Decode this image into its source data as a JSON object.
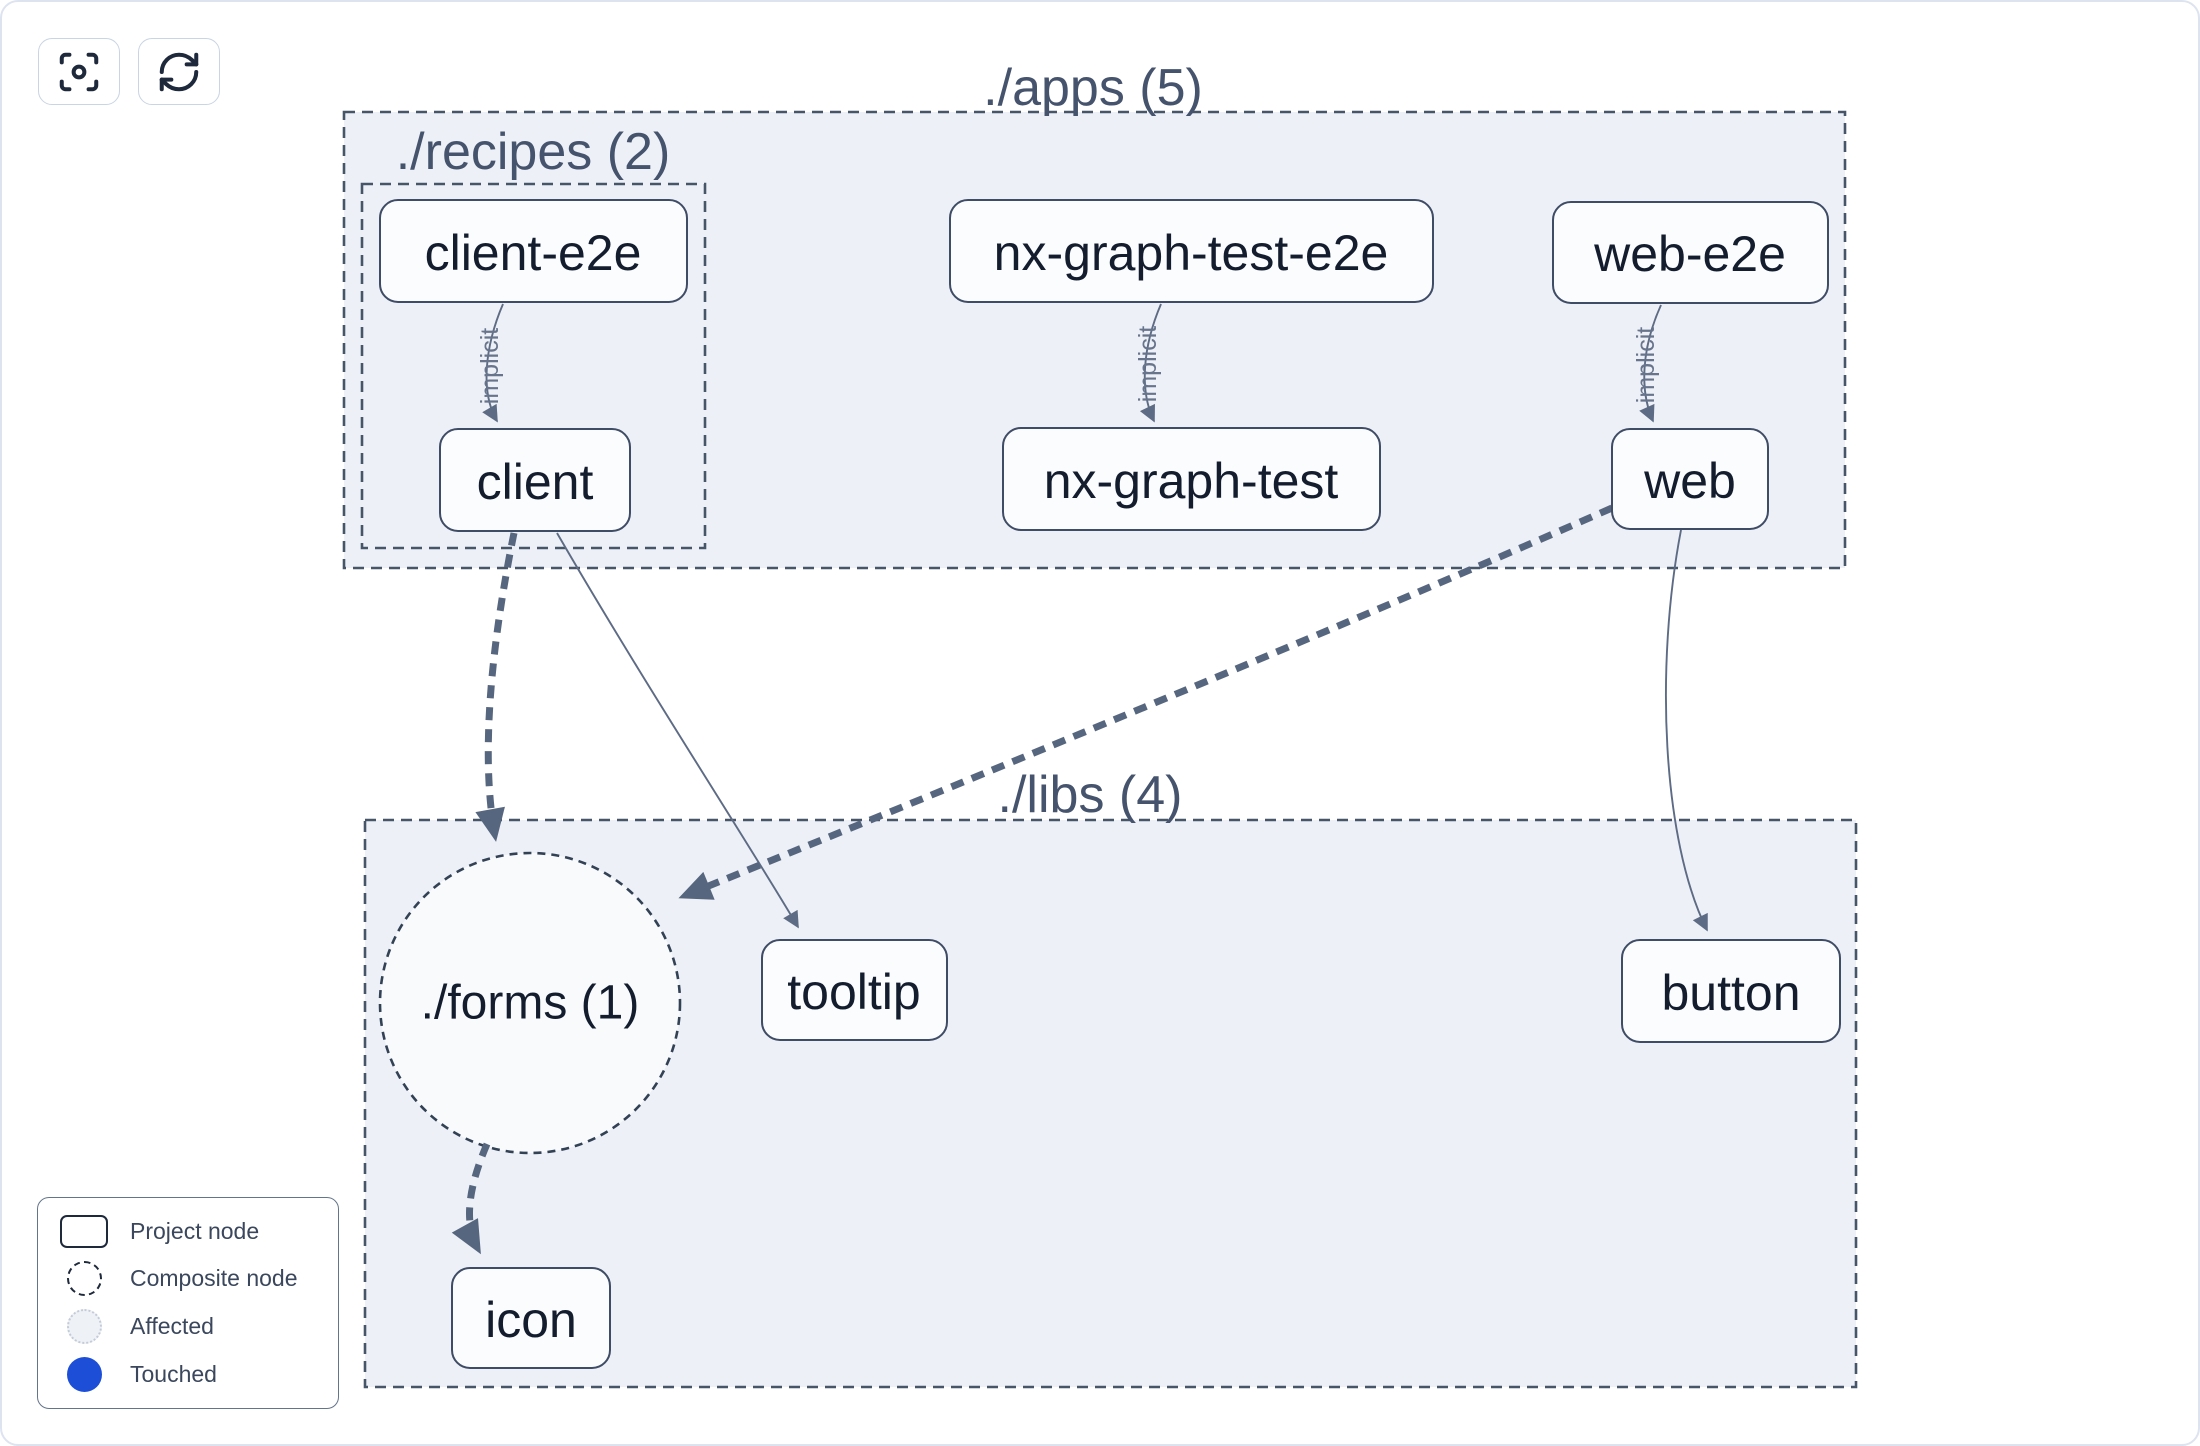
{
  "toolbar": {
    "buttons": [
      {
        "icon": "focus-icon"
      },
      {
        "icon": "refresh-icon"
      }
    ]
  },
  "graph": {
    "groups": [
      {
        "id": "apps",
        "label": "./apps (5)"
      },
      {
        "id": "recipes",
        "label": "./recipes (2)"
      },
      {
        "id": "libs",
        "label": "./libs (4)"
      }
    ],
    "composite_nodes": [
      {
        "id": "forms",
        "label": "./forms (1)"
      }
    ],
    "nodes": [
      {
        "id": "client-e2e",
        "label": "client-e2e"
      },
      {
        "id": "nx-graph-test-e2e",
        "label": "nx-graph-test-e2e"
      },
      {
        "id": "web-e2e",
        "label": "web-e2e"
      },
      {
        "id": "client",
        "label": "client"
      },
      {
        "id": "nx-graph-test",
        "label": "nx-graph-test"
      },
      {
        "id": "web",
        "label": "web"
      },
      {
        "id": "tooltip",
        "label": "tooltip"
      },
      {
        "id": "button",
        "label": "button"
      },
      {
        "id": "icon",
        "label": "icon"
      }
    ],
    "edges": [
      {
        "from": "client-e2e",
        "to": "client",
        "type": "implicit",
        "label": "implicit"
      },
      {
        "from": "nx-graph-test-e2e",
        "to": "nx-graph-test",
        "type": "implicit",
        "label": "implicit"
      },
      {
        "from": "web-e2e",
        "to": "web",
        "type": "implicit",
        "label": "implicit"
      },
      {
        "from": "client",
        "to": "./forms",
        "type": "collapsed",
        "label": ""
      },
      {
        "from": "client",
        "to": "tooltip",
        "type": "static",
        "label": ""
      },
      {
        "from": "web",
        "to": "./forms",
        "type": "collapsed",
        "label": ""
      },
      {
        "from": "web",
        "to": "button",
        "type": "static",
        "label": ""
      },
      {
        "from": "./forms",
        "to": "icon",
        "type": "collapsed",
        "label": ""
      }
    ]
  },
  "legend": {
    "items": [
      {
        "label": "Project node",
        "swatch": "project-node-swatch"
      },
      {
        "label": "Composite node",
        "swatch": "composite-node-swatch"
      },
      {
        "label": "Affected",
        "swatch": "affected-swatch"
      },
      {
        "label": "Touched",
        "swatch": "touched-swatch"
      }
    ]
  },
  "colors": {
    "touched": "#1d4ed8",
    "affected_fill": "#eef1f6",
    "group_fill": "#edf1f7",
    "node_fill": "#fafcfe",
    "node_border": "#3f4c66",
    "edge": "#5d6b84",
    "canvas_bg": "#ffffff"
  }
}
